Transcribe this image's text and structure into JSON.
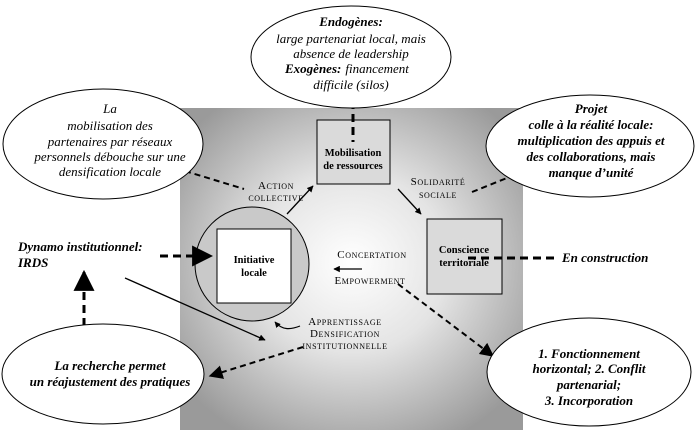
{
  "nodes": {
    "mobilisation": [
      "Mobilisation",
      "de ressources"
    ],
    "conscience": [
      "Conscience",
      "territoriale"
    ],
    "initiative": [
      "Initiative",
      "locale"
    ]
  },
  "flows": {
    "action": [
      "Action",
      "collective"
    ],
    "solidarite": [
      "Solidarité",
      "sociale"
    ],
    "concertation": "Concertation",
    "empowerment": "Empowerment",
    "apprentissage": [
      "Apprentissage",
      "Densification",
      "institutionnelle"
    ]
  },
  "ellipses": {
    "top": {
      "endo_label": "Endogènes:",
      "endo_text": [
        "large partenariat local, mais",
        "absence de leadership"
      ],
      "exo_label": "Exogènes:",
      "exo_text": [
        "financement",
        "difficile (silos)"
      ]
    },
    "left": [
      "La",
      "mobilisation des",
      "partenaires par réseaux",
      "personnels débouche sur une",
      "densification locale"
    ],
    "right": [
      "Projet",
      "colle à la réalité locale:",
      "multiplication des appuis et",
      "des collaborations, mais",
      "manque d’unité"
    ],
    "bottom_left": [
      "La recherche permet",
      "un réajustement des pratiques"
    ],
    "bottom_right": [
      "1. Fonctionnement",
      "horizontal; 2. Conflit",
      "partenarial;",
      "3. Incorporation"
    ]
  },
  "labels": {
    "dynamo": [
      "Dynamo institutionnel:",
      "IRDS"
    ],
    "construction": "En construction"
  }
}
